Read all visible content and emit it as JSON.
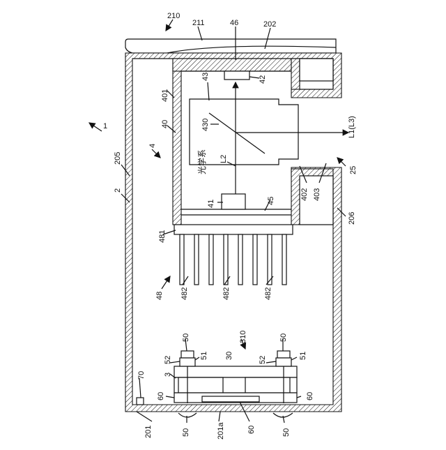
{
  "labels": {
    "l210": "210",
    "l211": "211",
    "l46": "46",
    "l202": "202",
    "l43": "43",
    "l42": "42",
    "l401": "401",
    "l430": "430",
    "l1": "1",
    "l40": "40",
    "l4": "4",
    "l205": "205",
    "l2": "2",
    "l_optics": "光学系",
    "lL2": "L2",
    "lL1L3": "L1(L3)",
    "l25": "25",
    "l402": "402",
    "l403": "403",
    "l41": "41",
    "l45": "45",
    "l206": "206",
    "l481": "481",
    "l48": "48",
    "l482a": "482",
    "l482b": "482",
    "l482c": "482",
    "l310": "310",
    "l50a": "50",
    "l50b": "50",
    "l52a": "52",
    "l51a": "51",
    "l30": "30",
    "l52b": "52",
    "l51b": "51",
    "l3": "3",
    "l70": "70",
    "l60a": "60",
    "l60b": "60",
    "l201": "201",
    "l50c": "50",
    "l201a": "201a",
    "l60c": "60",
    "l50d": "50"
  }
}
